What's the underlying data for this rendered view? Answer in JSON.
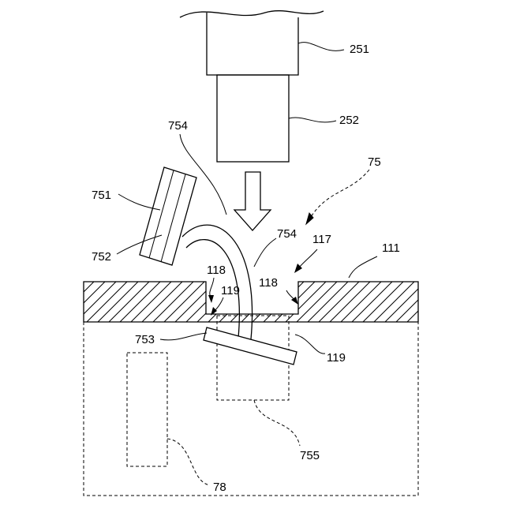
{
  "labels": {
    "l251": "251",
    "l252": "252",
    "l754a": "754",
    "l754b": "754",
    "l75": "75",
    "l751": "751",
    "l752": "752",
    "l117": "117",
    "l111": "111",
    "l118a": "118",
    "l118b": "118",
    "l119a": "119",
    "l119b": "119",
    "l753": "753",
    "l755": "755",
    "l78": "78"
  }
}
